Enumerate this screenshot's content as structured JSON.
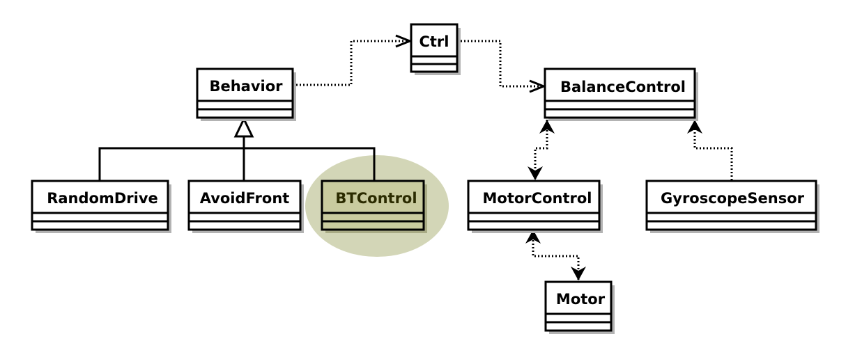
{
  "diagram": {
    "classes": [
      {
        "id": "ctrl",
        "name": "Ctrl"
      },
      {
        "id": "behavior",
        "name": "Behavior"
      },
      {
        "id": "balance",
        "name": "BalanceControl"
      },
      {
        "id": "randomdrive",
        "name": "RandomDrive"
      },
      {
        "id": "avoidfront",
        "name": "AvoidFront"
      },
      {
        "id": "btcontrol",
        "name": "BTControl",
        "highlighted": true
      },
      {
        "id": "motorcontrol",
        "name": "MotorControl"
      },
      {
        "id": "gyro",
        "name": "GyroscopeSensor"
      },
      {
        "id": "motor",
        "name": "Motor"
      }
    ],
    "relations": [
      {
        "type": "dependency",
        "from": "behavior",
        "to": "ctrl"
      },
      {
        "type": "dependency",
        "from": "ctrl",
        "to": "balance"
      },
      {
        "type": "generalization",
        "from": "randomdrive",
        "to": "behavior"
      },
      {
        "type": "generalization",
        "from": "avoidfront",
        "to": "behavior"
      },
      {
        "type": "generalization",
        "from": "btcontrol",
        "to": "behavior"
      },
      {
        "type": "association-bidirectional",
        "from": "balance",
        "to": "motorcontrol"
      },
      {
        "type": "association-directed",
        "from": "gyro",
        "to": "balance"
      },
      {
        "type": "association-bidirectional",
        "from": "motorcontrol",
        "to": "motor"
      }
    ],
    "colors": {
      "highlight_fill": "#d3d6b7",
      "highlight_class_fill": "#c9cb9f",
      "highlight_text": "#2b2b00",
      "box_fill": "#ffffff",
      "stroke": "#000000",
      "shadow": "#b3b3b3"
    }
  }
}
